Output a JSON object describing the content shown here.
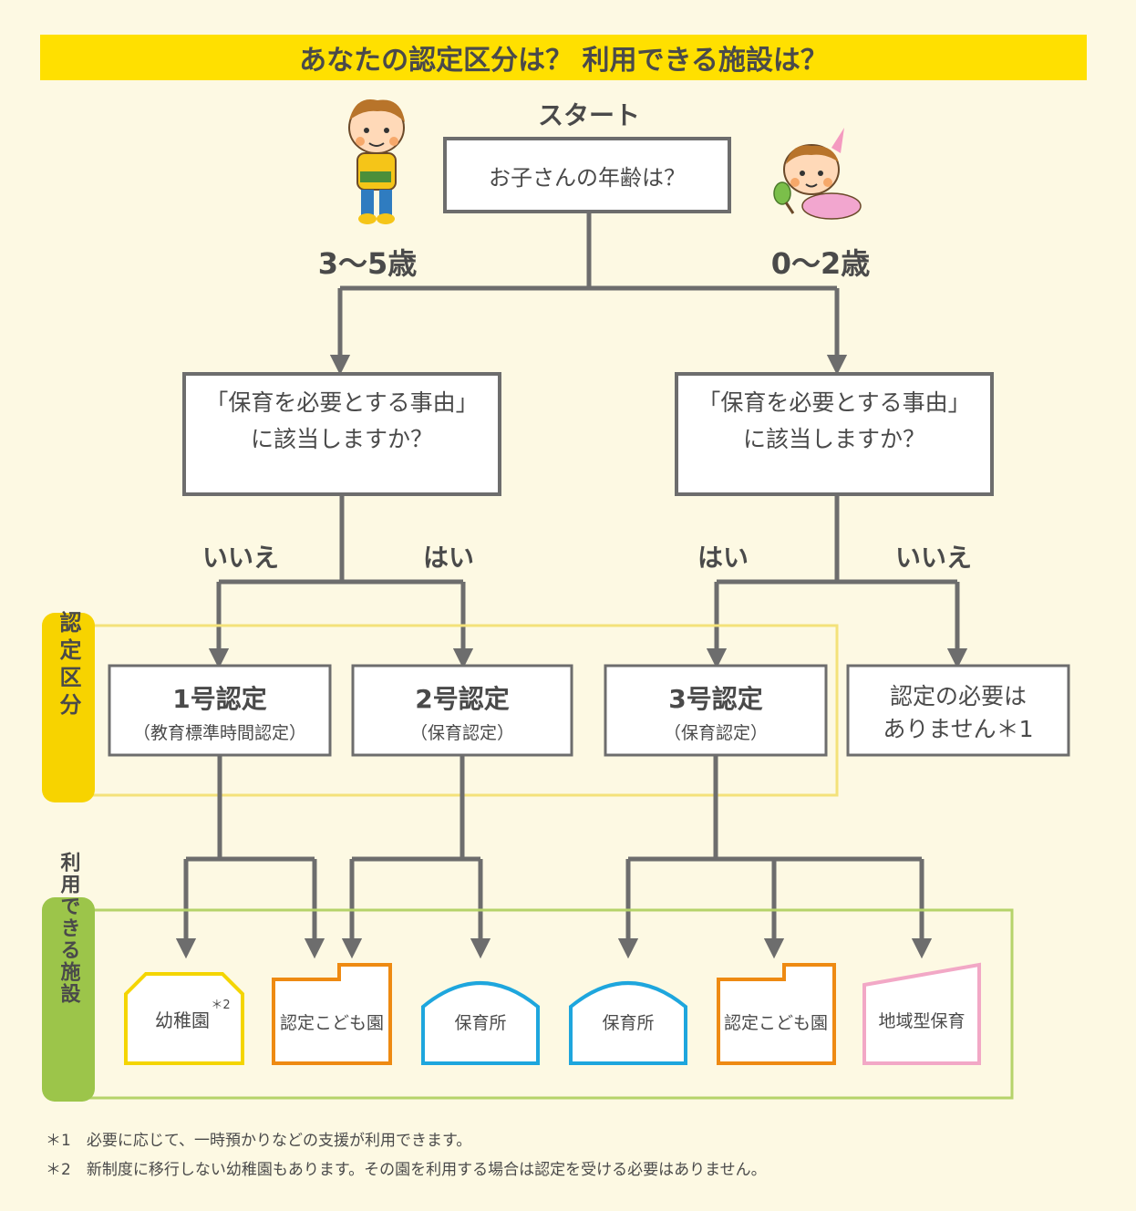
{
  "title": "あなたの認定区分は？ 利用できる施設は？",
  "start_label": "スタート",
  "question_age": "お子さんの年齢は？",
  "age_3_5": "3〜5歳",
  "age_0_2": "0〜2歳",
  "question_reason_line1": "「保育を必要とする事由」",
  "question_reason_line2": "に該当しますか？",
  "answer_yes": "はい",
  "answer_no": "いいえ",
  "cert1_title": "1号認定",
  "cert1_sub": "（教育標準時間認定）",
  "cert2_title": "2号認定",
  "cert2_sub": "（保育認定）",
  "cert3_title": "3号認定",
  "cert3_sub": "（保育認定）",
  "cert_none_line1": "認定の必要は",
  "cert_none_line2": "ありません＊1",
  "group_cert_label": "認定区分",
  "group_facility_label": "利用できる施設",
  "facility_kindergarten": "幼稚園",
  "facility_kindergarten_note": "＊2",
  "facility_kodomoen": "認定こども園",
  "facility_hoikusho": "保育所",
  "facility_chiiki": "地域型保育",
  "note1": "＊1　必要に応じて、一時預かりなどの支援が利用できます。",
  "note2": "＊2　新制度に移行しない幼稚園もあります。その園を利用する場合は認定を受ける必要はありません。",
  "colors": {
    "title_band": "#ffe000",
    "start": "#f0522d",
    "age": "#f0522d",
    "yes": "#e8336b",
    "no": "#1f73bf",
    "line": "#6d6d6d",
    "cert_group": "#f4e27a",
    "facility_group": "#b5d36a",
    "kindergarten": "#f4d500",
    "kodomoen": "#ee8a12",
    "hoikusho": "#1ea6dd",
    "chiiki": "#f2a8c6",
    "tab_cert": "#f7d300",
    "tab_facility": "#9cc54a"
  }
}
